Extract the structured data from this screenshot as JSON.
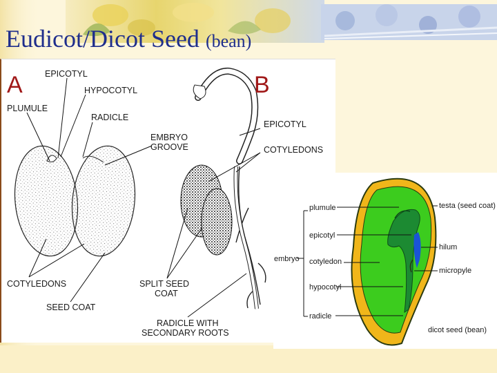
{
  "slide": {
    "title_main": "Eudicot/Dicot Seed",
    "title_sub": "(bean)"
  },
  "figure_a": {
    "panel_a_letter": "A",
    "panel_b_letter": "B",
    "labels": {
      "epicotyl_a": "EPICOTYL",
      "hypocotyl": "HYPOCOTYL",
      "plumule": "PLUMULE",
      "radicle": "RADICLE",
      "embryo_groove_1": "EMBRYO",
      "embryo_groove_2": "GROOVE",
      "cotyledons_a": "COTYLEDONS",
      "seed_coat": "SEED COAT",
      "epicotyl_b": "EPICOTYL",
      "cotyledons_b": "COTYLEDONS",
      "split_seed_coat_1": "SPLIT SEED",
      "split_seed_coat_2": "COAT",
      "radicle_secondary_1": "RADICLE WITH",
      "radicle_secondary_2": "SECONDARY ROOTS"
    }
  },
  "figure_c": {
    "labels": {
      "plumule": "plumule",
      "epicotyl": "epicotyl",
      "embryo": "embryo",
      "cotyledon": "cotyledon",
      "hypocotyl": "hypocotyl",
      "radicle": "radicle",
      "testa": "testa (seed coat)",
      "hilum": "hilum",
      "micropyle": "micropyle",
      "caption": "dicot seed (bean)"
    },
    "colors": {
      "testa": "#f0b61a",
      "cotyledon": "#3ccc1e",
      "embryo": "#1c8a32",
      "hilum": "#1a54d6",
      "outline": "#2a3a10"
    }
  }
}
